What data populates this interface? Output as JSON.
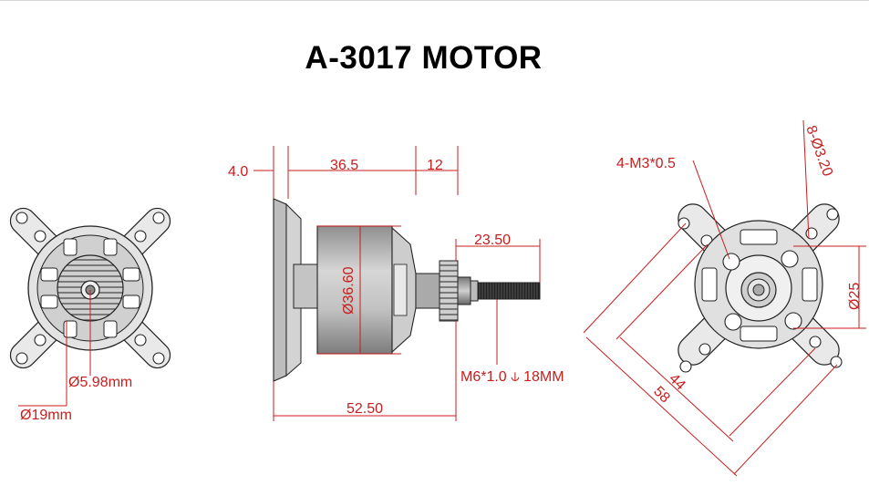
{
  "title": "A-3017 MOTOR",
  "colors": {
    "dimension": "#c81e1e",
    "outline": "#222222",
    "body_fill": "#b5b5b5",
    "thread": "#1a1a1a"
  },
  "front_view": {
    "shaft_diameter": "Ø5.98mm",
    "hub_diameter": "Ø19mm"
  },
  "side_view": {
    "mount_thickness": "4.0",
    "can_length": "36.5",
    "front_length": "12",
    "can_diameter": "Ø36.60",
    "shaft_length": "23.50",
    "thread_spec": "M6*1.0 ⫝ 18MM",
    "total_length": "52.50"
  },
  "mount_view": {
    "screw_holes": "4-M3*0.5",
    "mount_holes": "8-Ø3.20",
    "hole_spacing": "Ø25",
    "inner_span": "44",
    "outer_span": "58"
  }
}
